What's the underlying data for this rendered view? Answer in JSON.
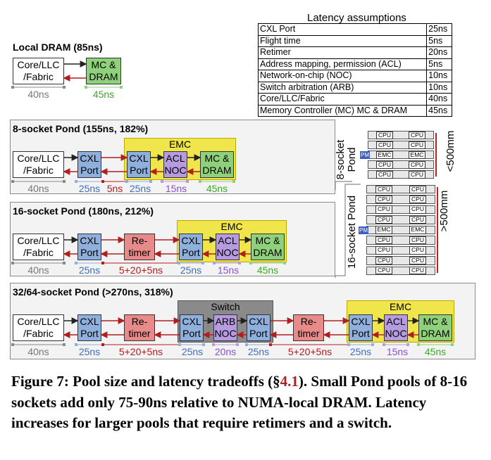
{
  "latency_table": {
    "title": "Latency assumptions",
    "rows": [
      {
        "label": "CXL Port",
        "value": "25ns"
      },
      {
        "label": "Flight time",
        "value": "5ns"
      },
      {
        "label": "Retimer",
        "value": "20ns"
      },
      {
        "label": "Address mapping, permission (ACL)",
        "value": "5ns"
      },
      {
        "label": "Network-on-chip (NOC)",
        "value": "10ns"
      },
      {
        "label": "Switch arbitration (ARB)",
        "value": "10ns"
      },
      {
        "label": "Core/LLC/Fabric",
        "value": "40ns"
      },
      {
        "label": "Memory Controller (MC) MC & DRAM",
        "value": "45ns"
      }
    ]
  },
  "local": {
    "title": "Local DRAM (85ns)",
    "core": "Core/LLC\n/Fabric",
    "mc": "MC &\nDRAM",
    "lat_core": "40ns",
    "lat_mc": "45ns"
  },
  "pond8": {
    "title": "8-socket Pond (155ns, 182%)",
    "core": "Core/LLC\n/Fabric",
    "cxl": "CXL\nPort",
    "emc_label": "EMC",
    "emc_cxl": "CXL\nPort",
    "acl": "ACL\nNOC",
    "mc": "MC &\nDRAM",
    "lat": [
      "40ns",
      "25ns",
      "5ns",
      "25ns",
      "15ns",
      "45ns"
    ]
  },
  "pond16": {
    "title": "16-socket Pond (180ns, 212%)",
    "core": "Core/LLC\n/Fabric",
    "cxl": "CXL\nPort",
    "retimer": "Re-\ntimer",
    "emc_label": "EMC",
    "emc_cxl": "CXL\nPort",
    "acl": "ACL\nNOC",
    "mc": "MC &\nDRAM",
    "lat": [
      "40ns",
      "25ns",
      "5+20+5ns",
      "25ns",
      "15ns",
      "45ns"
    ]
  },
  "pond32": {
    "title": "32/64-socket Pond (>270ns, 318%)",
    "core": "Core/LLC\n/Fabric",
    "cxl": "CXL\nPort",
    "retimer": "Re-\ntimer",
    "switch_label": "Switch",
    "sw_cxl_in": "CXL\nPort",
    "arb": "ARB\nNOC",
    "sw_cxl_out": "CXL\nPort",
    "retimer2": "Re-\ntimer",
    "emc_label": "EMC",
    "emc_cxl": "CXL\nPort",
    "acl": "ACL\nNOC",
    "mc": "MC &\nDRAM",
    "lat": [
      "40ns",
      "25ns",
      "5+20+5ns",
      "25ns",
      "20ns",
      "25ns",
      "5+20+5ns",
      "25ns",
      "15ns",
      "45ns"
    ]
  },
  "topo8": {
    "label": "8-socket\nPond",
    "size": "<500mm",
    "cpu": "CPU",
    "pm": "PM",
    "emc": "EMC"
  },
  "topo16": {
    "label": "16-socket Pond",
    "size": ">500mm",
    "cpu": "CPU",
    "pm": "PM",
    "emc": "EMC"
  },
  "caption": {
    "prefix": "Figure 7:  Pool size and latency tradeoffs (§",
    "ref": "4.1",
    "suffix": ").  Small Pond pools of 8-16 sockets add only 75-90ns relative to NUMA-local DRAM. Latency increases for larger pools that require retimers and a switch."
  },
  "colors": {
    "blue": "#8fb0dc",
    "red": "#e88a8a",
    "purple": "#b79be0",
    "green": "#8fd07a",
    "emc": "#f0e54a",
    "switch": "#8a8a8a",
    "arrow": "#b01e1e"
  }
}
